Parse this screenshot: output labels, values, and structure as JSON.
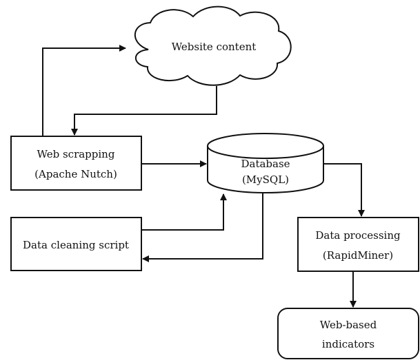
{
  "nodes": {
    "website_content": {
      "label": "Website  content"
    },
    "web_scrapping": {
      "line1": "Web scrapping",
      "line2": "(Apache Nutch)"
    },
    "database": {
      "line1": "Database",
      "line2": "(MySQL)"
    },
    "data_cleaning": {
      "label": "Data cleaning script"
    },
    "data_processing": {
      "line1": "Data processing",
      "line2": "(RapidMiner)"
    },
    "web_indicators": {
      "line1": "Web-based",
      "line2": "indicators"
    }
  }
}
